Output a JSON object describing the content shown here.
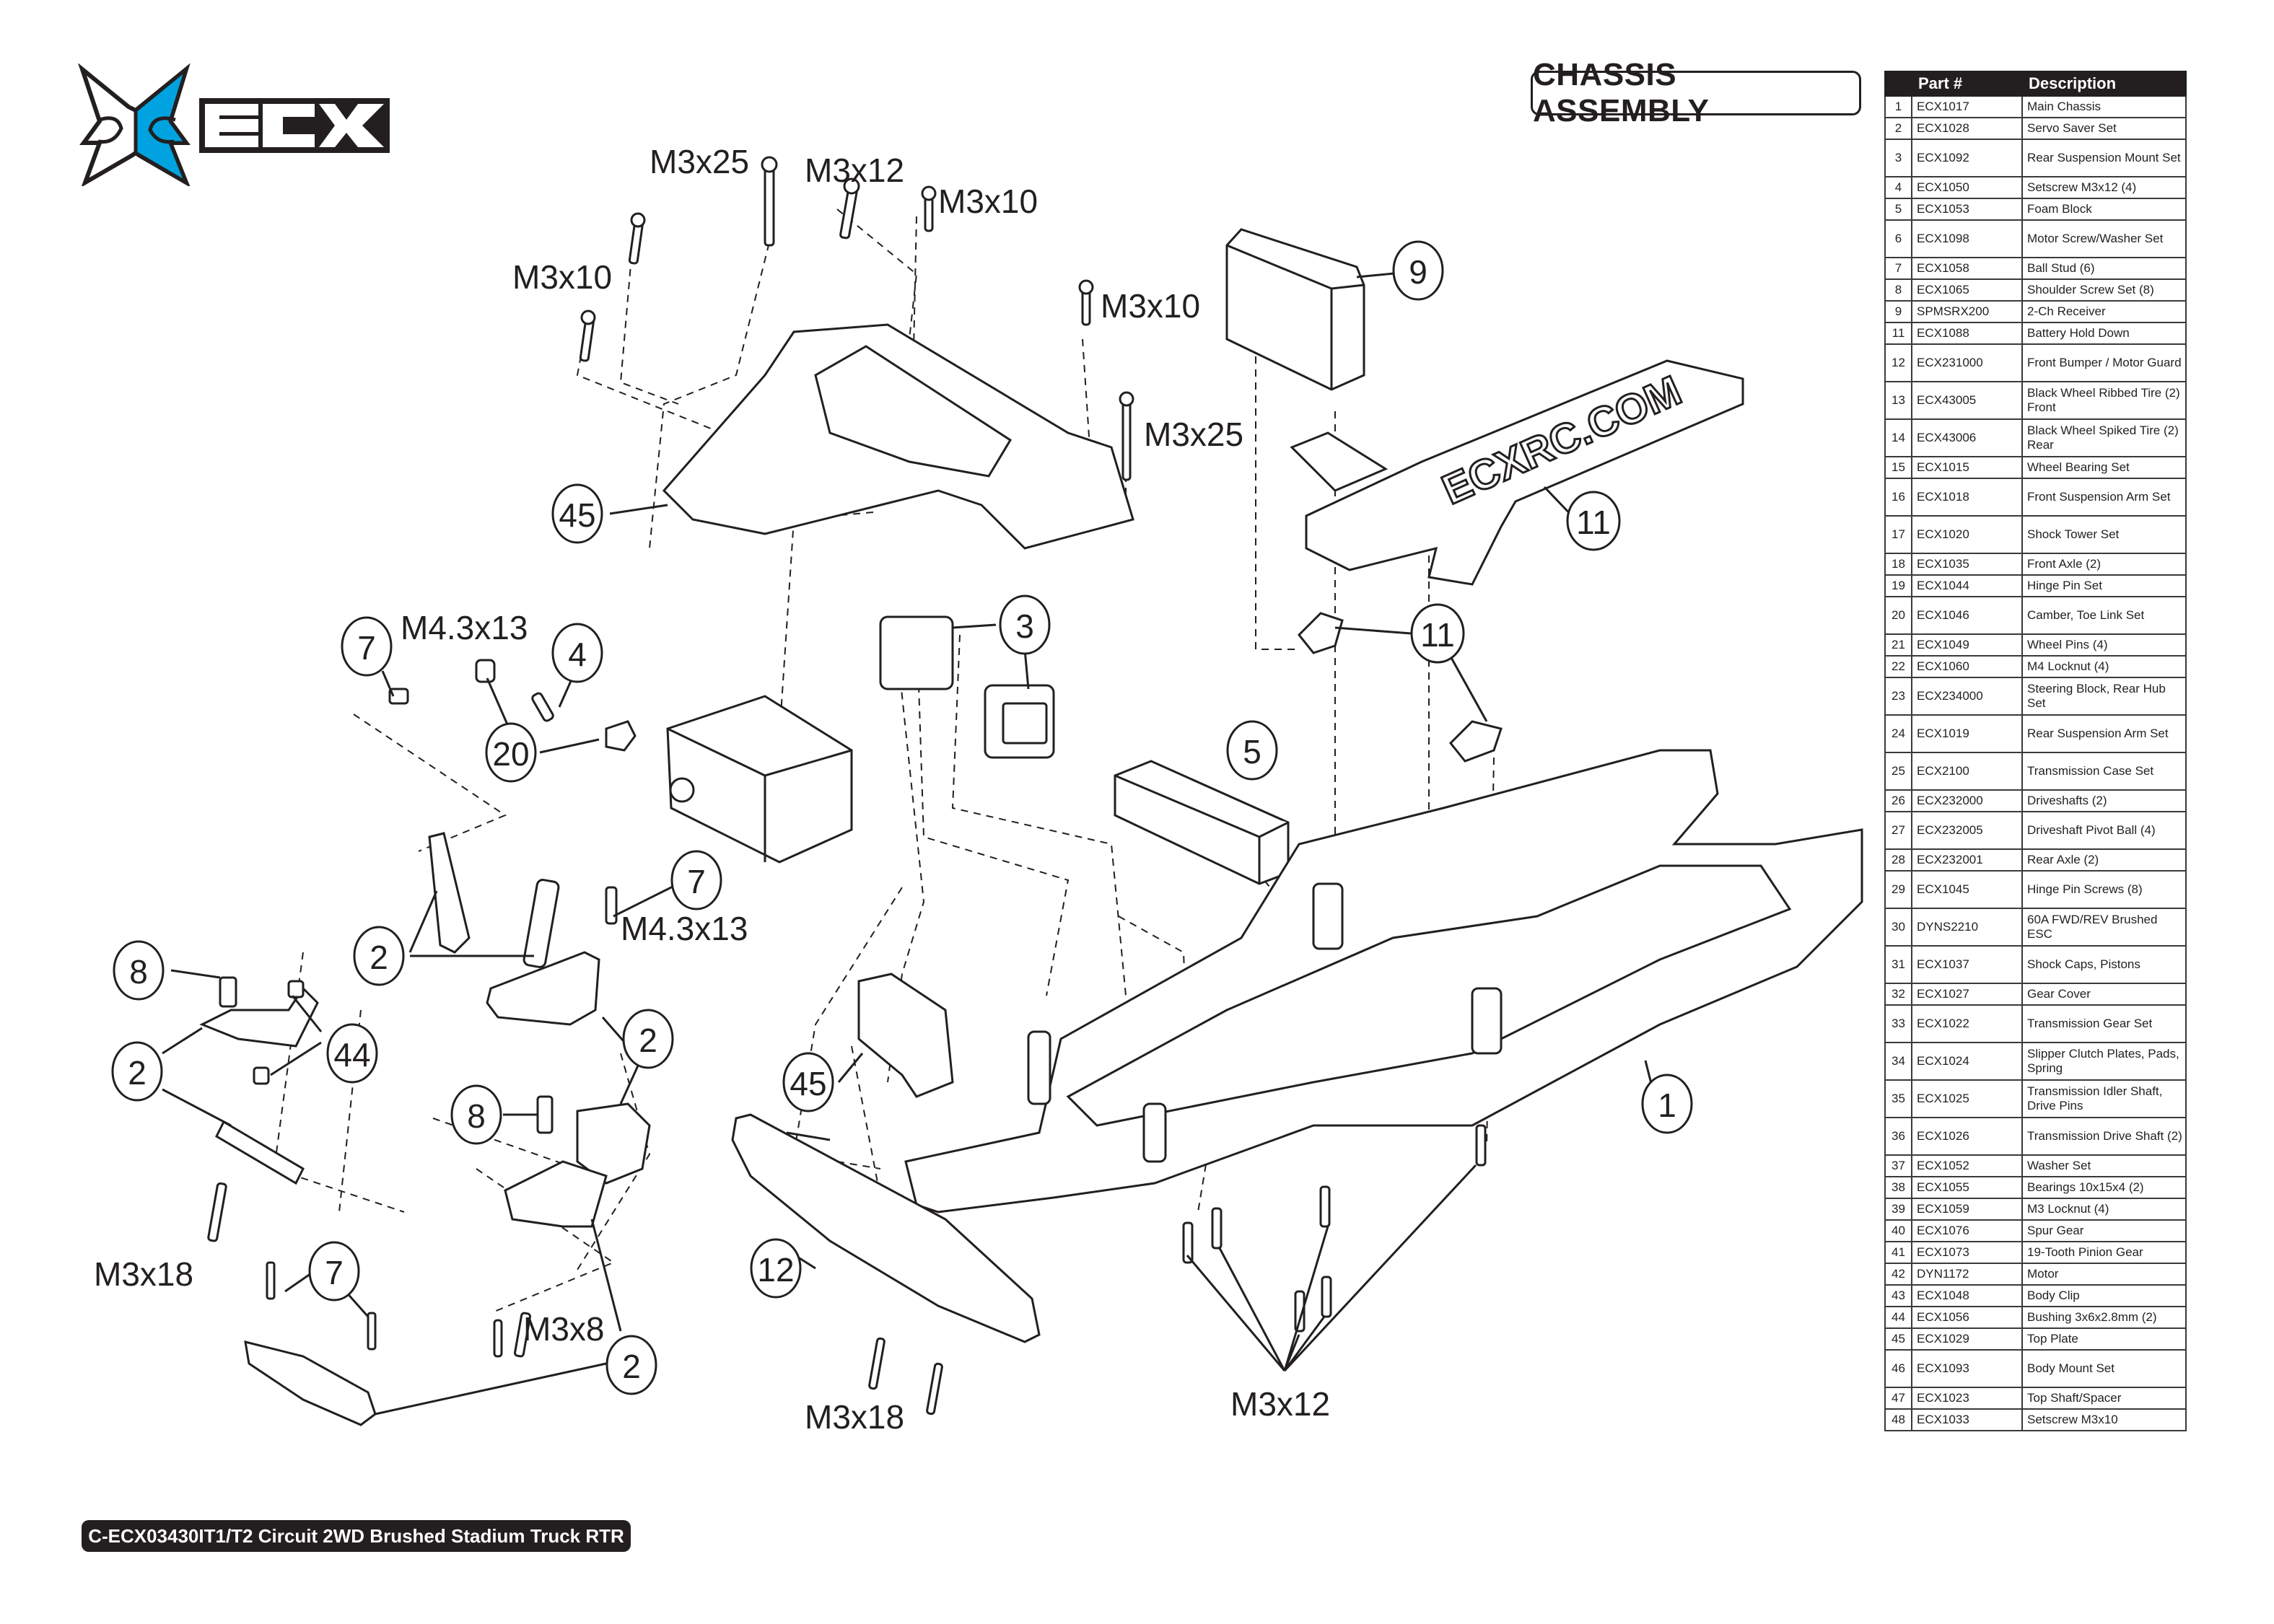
{
  "brand": {
    "name": "ECX",
    "logo_icon": "ecx-star-logo",
    "accent_color": "#00a3e0"
  },
  "header": {
    "title": "CHASSIS ASSEMBLY"
  },
  "footer": {
    "label": "C-ECX03430IT1/T2 Circuit 2WD Brushed Stadium Truck RTR"
  },
  "parts_table": {
    "columns": [
      "",
      "Part #",
      "Description"
    ],
    "rows": [
      {
        "num": "1",
        "part": "ECX1017",
        "desc": "Main Chassis",
        "tall": false
      },
      {
        "num": "2",
        "part": "ECX1028",
        "desc": "Servo Saver Set",
        "tall": false
      },
      {
        "num": "3",
        "part": "ECX1092",
        "desc": "Rear Suspension Mount Set",
        "tall": true
      },
      {
        "num": "4",
        "part": "ECX1050",
        "desc": "Setscrew M3x12 (4)",
        "tall": false
      },
      {
        "num": "5",
        "part": "ECX1053",
        "desc": "Foam Block",
        "tall": false
      },
      {
        "num": "6",
        "part": "ECX1098",
        "desc": "Motor Screw/Washer Set",
        "tall": true
      },
      {
        "num": "7",
        "part": "ECX1058",
        "desc": "Ball Stud (6)",
        "tall": false
      },
      {
        "num": "8",
        "part": "ECX1065",
        "desc": "Shoulder Screw Set (8)",
        "tall": false
      },
      {
        "num": "9",
        "part": "SPMSRX200",
        "desc": "2-Ch Receiver",
        "tall": false
      },
      {
        "num": "11",
        "part": "ECX1088",
        "desc": "Battery Hold Down",
        "tall": false
      },
      {
        "num": "12",
        "part": "ECX231000",
        "desc": "Front Bumper / Motor Guard",
        "tall": true
      },
      {
        "num": "13",
        "part": "ECX43005",
        "desc": "Black Wheel Ribbed Tire (2) Front",
        "tall": true
      },
      {
        "num": "14",
        "part": "ECX43006",
        "desc": "Black Wheel Spiked Tire (2) Rear",
        "tall": true
      },
      {
        "num": "15",
        "part": "ECX1015",
        "desc": "Wheel Bearing Set",
        "tall": false
      },
      {
        "num": "16",
        "part": "ECX1018",
        "desc": "Front Suspension Arm Set",
        "tall": true
      },
      {
        "num": "17",
        "part": "ECX1020",
        "desc": "Shock Tower Set",
        "tall": true
      },
      {
        "num": "18",
        "part": "ECX1035",
        "desc": "Front Axle (2)",
        "tall": false
      },
      {
        "num": "19",
        "part": "ECX1044",
        "desc": "Hinge Pin Set",
        "tall": false
      },
      {
        "num": "20",
        "part": "ECX1046",
        "desc": "Camber, Toe Link Set",
        "tall": true
      },
      {
        "num": "21",
        "part": "ECX1049",
        "desc": "Wheel Pins (4)",
        "tall": false
      },
      {
        "num": "22",
        "part": "ECX1060",
        "desc": "M4 Locknut (4)",
        "tall": false
      },
      {
        "num": "23",
        "part": "ECX234000",
        "desc": "Steering Block, Rear Hub Set",
        "tall": true
      },
      {
        "num": "24",
        "part": "ECX1019",
        "desc": "Rear Suspension Arm Set",
        "tall": true
      },
      {
        "num": "25",
        "part": "ECX2100",
        "desc": "Transmission Case Set",
        "tall": true
      },
      {
        "num": "26",
        "part": "ECX232000",
        "desc": "Driveshafts (2)",
        "tall": false
      },
      {
        "num": "27",
        "part": "ECX232005",
        "desc": "Driveshaft Pivot Ball (4)",
        "tall": true
      },
      {
        "num": "28",
        "part": "ECX232001",
        "desc": "Rear Axle (2)",
        "tall": false
      },
      {
        "num": "29",
        "part": "ECX1045",
        "desc": "Hinge Pin Screws (8)",
        "tall": true
      },
      {
        "num": "30",
        "part": "DYNS2210",
        "desc": "60A FWD/REV Brushed ESC",
        "tall": true
      },
      {
        "num": "31",
        "part": "ECX1037",
        "desc": "Shock Caps, Pistons",
        "tall": true
      },
      {
        "num": "32",
        "part": "ECX1027",
        "desc": "Gear Cover",
        "tall": false
      },
      {
        "num": "33",
        "part": "ECX1022",
        "desc": "Transmission Gear Set",
        "tall": true
      },
      {
        "num": "34",
        "part": "ECX1024",
        "desc": "Slipper Clutch Plates, Pads, Spring",
        "tall": true
      },
      {
        "num": "35",
        "part": "ECX1025",
        "desc": "Transmission Idler Shaft, Drive Pins",
        "tall": true
      },
      {
        "num": "36",
        "part": "ECX1026",
        "desc": "Transmission Drive Shaft (2)",
        "tall": true
      },
      {
        "num": "37",
        "part": "ECX1052",
        "desc": "Washer Set",
        "tall": false
      },
      {
        "num": "38",
        "part": "ECX1055",
        "desc": "Bearings 10x15x4 (2)",
        "tall": false
      },
      {
        "num": "39",
        "part": "ECX1059",
        "desc": "M3 Locknut (4)",
        "tall": false
      },
      {
        "num": "40",
        "part": "ECX1076",
        "desc": "Spur Gear",
        "tall": false
      },
      {
        "num": "41",
        "part": "ECX1073",
        "desc": "19-Tooth Pinion Gear",
        "tall": false
      },
      {
        "num": "42",
        "part": "DYN1172",
        "desc": "Motor",
        "tall": false
      },
      {
        "num": "43",
        "part": "ECX1048",
        "desc": "Body Clip",
        "tall": false
      },
      {
        "num": "44",
        "part": "ECX1056",
        "desc": "Bushing 3x6x2.8mm (2)",
        "tall": false
      },
      {
        "num": "45",
        "part": "ECX1029",
        "desc": "Top Plate",
        "tall": false
      },
      {
        "num": "46",
        "part": "ECX1093",
        "desc": "Body Mount Set",
        "tall": true
      },
      {
        "num": "47",
        "part": "ECX1023",
        "desc": "Top Shaft/Spacer",
        "tall": false
      },
      {
        "num": "48",
        "part": "ECX1033",
        "desc": "Setscrew M3x10",
        "tall": false
      }
    ]
  },
  "diagram": {
    "screw_labels": [
      {
        "id": "m3x25-top",
        "text": "M3x25"
      },
      {
        "id": "m3x12-top",
        "text": "M3x12"
      },
      {
        "id": "m3x10-top",
        "text": "M3x10"
      },
      {
        "id": "m3x10-left",
        "text": "M3x10"
      },
      {
        "id": "m3x10-right",
        "text": "M3x10"
      },
      {
        "id": "m3x25-right",
        "text": "M3x25"
      },
      {
        "id": "m43x13-left",
        "text": "M4.3x13"
      },
      {
        "id": "m43x13-mid",
        "text": "M4.3x13"
      },
      {
        "id": "m3x18-left",
        "text": "M3x18"
      },
      {
        "id": "m3x8",
        "text": "M3x8"
      },
      {
        "id": "m3x18-bumper",
        "text": "M3x18"
      },
      {
        "id": "m3x12-bottom",
        "text": "M3x12"
      }
    ],
    "callouts": [
      {
        "id": "c45-top",
        "num": "45"
      },
      {
        "id": "c9",
        "num": "9"
      },
      {
        "id": "c11-top",
        "num": "11"
      },
      {
        "id": "c11-mid",
        "num": "11"
      },
      {
        "id": "c3",
        "num": "3"
      },
      {
        "id": "c7-top",
        "num": "7"
      },
      {
        "id": "c4",
        "num": "4"
      },
      {
        "id": "c20",
        "num": "20"
      },
      {
        "id": "c7-mid",
        "num": "7"
      },
      {
        "id": "c2-a",
        "num": "2"
      },
      {
        "id": "c8-left",
        "num": "8"
      },
      {
        "id": "c44",
        "num": "44"
      },
      {
        "id": "c2-b",
        "num": "2"
      },
      {
        "id": "c2-c",
        "num": "2"
      },
      {
        "id": "c8-mid",
        "num": "8"
      },
      {
        "id": "c45-bottom",
        "num": "45"
      },
      {
        "id": "c5",
        "num": "5"
      },
      {
        "id": "c1",
        "num": "1"
      },
      {
        "id": "c12",
        "num": "12"
      },
      {
        "id": "c7-bottom",
        "num": "7"
      },
      {
        "id": "c2-d",
        "num": "2"
      }
    ]
  }
}
